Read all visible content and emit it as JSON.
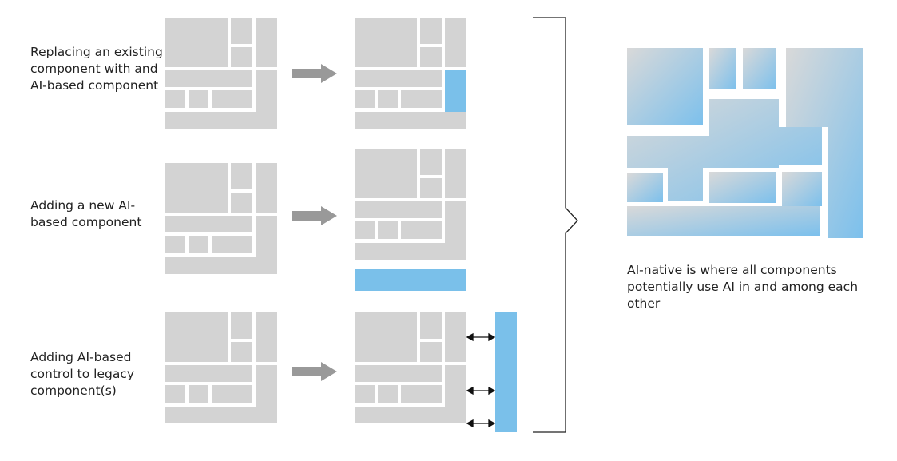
{
  "rows": [
    {
      "label": "Replacing an existing component with and AI-based component"
    },
    {
      "label": "Adding a new AI-based component"
    },
    {
      "label": "Adding AI-based control to legacy component(s)"
    }
  ],
  "native": {
    "caption": "AI-native is where all components potentially use AI in and among each other"
  },
  "colors": {
    "block": "#d3d3d3",
    "ai": "#7ac0ea",
    "gradient_start": "#d8d8d8",
    "gradient_end": "#7cc0ec",
    "arrow": "#999999",
    "line": "#222222"
  }
}
